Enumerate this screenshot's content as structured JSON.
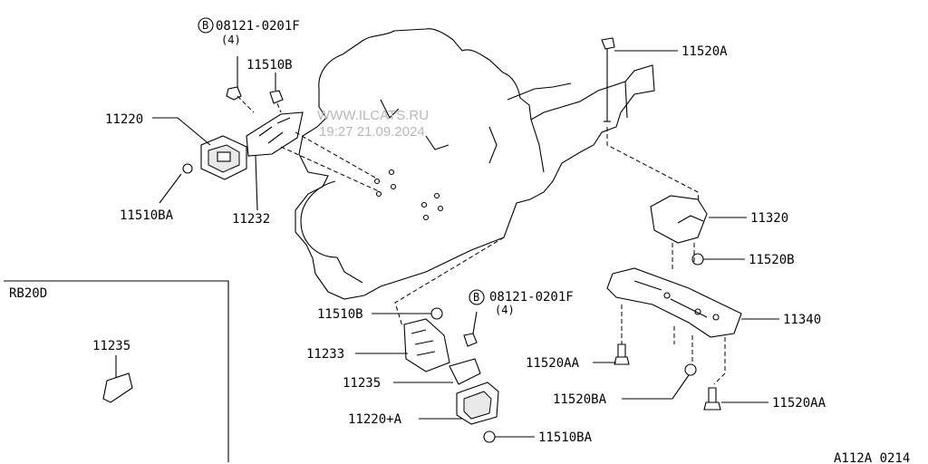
{
  "diagram": {
    "labels": {
      "bolt_top": "08121-0201F",
      "bolt_top_qty": "(4)",
      "bolt_mid": "08121-0201F",
      "bolt_mid_qty": "(4)",
      "circle_b_top": "B",
      "circle_b_mid": "B",
      "p11510B_top": "11510B",
      "p11220": "11220",
      "p11510BA_left": "11510BA",
      "p11232": "11232",
      "p11520A": "11520A",
      "p11320": "11320",
      "p11520B": "11520B",
      "p11340": "11340",
      "p11510B_mid": "11510B",
      "p11233": "11233",
      "p11235": "11235",
      "p11220A": "11220+A",
      "p11510BA_bottom": "11510BA",
      "p11520AA_left": "11520AA",
      "p11520BA": "11520BA",
      "p11520AA_right": "11520AA"
    },
    "inset": {
      "title": "RB20D",
      "part": "11235"
    },
    "watermark": {
      "line1": "WWW.ILCATS.RU",
      "line2": "19:27 21.09.2024"
    },
    "code": "A112A 0214"
  }
}
